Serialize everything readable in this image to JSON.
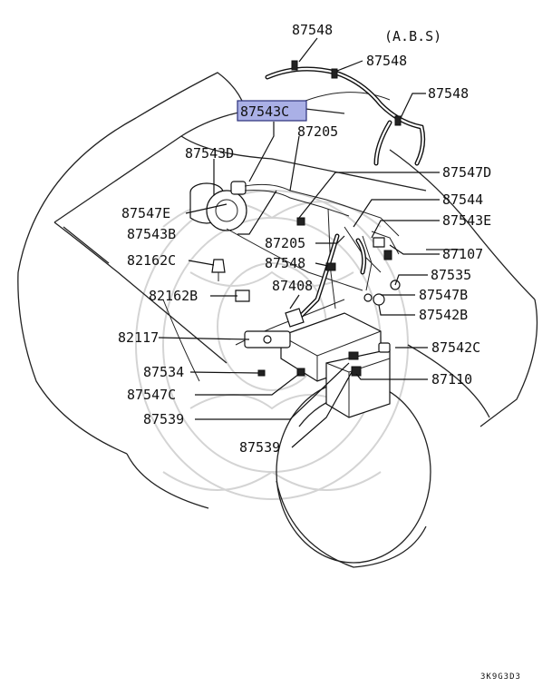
{
  "annotation": "(A.B.S)",
  "corner_code": "3K9G3D3",
  "highlighted_part": "87543C",
  "highlight_color": "#aab0e6",
  "labels": {
    "p87548_top": "87548",
    "p87548_a": "87548",
    "p87548_b": "87548",
    "p87543C": "87543C",
    "p87205_top": "87205",
    "p87543D": "87543D",
    "p87547D": "87547D",
    "p87547E": "87547E",
    "p87544": "87544",
    "p87543B": "87543B",
    "p87543E": "87543E",
    "p87205_mid": "87205",
    "p87107": "87107",
    "p82162C": "82162C",
    "p87548_mid": "87548",
    "p87535": "87535",
    "p82162B": "82162B",
    "p87408": "87408",
    "p87547B": "87547B",
    "p87542B": "87542B",
    "p82117": "82117",
    "p87542C": "87542C",
    "p87534": "87534",
    "p87110": "87110",
    "p87547C": "87547C",
    "p87539_a": "87539",
    "p87539_b": "87539"
  }
}
